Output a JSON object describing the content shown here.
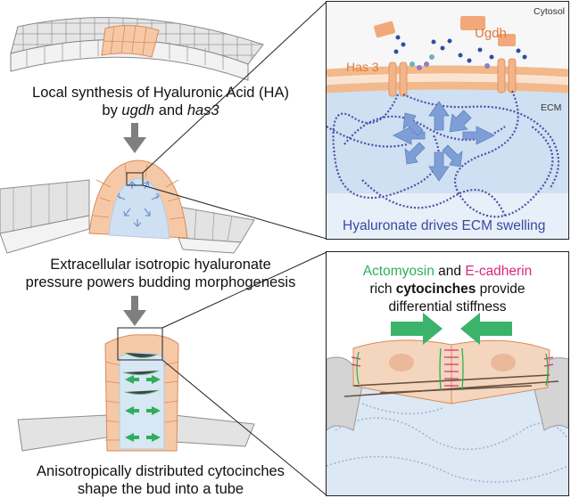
{
  "captions": {
    "step1_line1": "Local synthesis of Hyaluronic Acid (HA)",
    "step1_line2_prefix": "by ",
    "step1_gene1": "ugdh",
    "step1_and": " and ",
    "step1_gene2": "has3",
    "step2_line1": "Extracellular isotropic hyaluronate",
    "step2_line2": "pressure powers budding morphogenesis",
    "step3_line1": "Anisotropically distributed cytocinches",
    "step3_line2": "shape the bud into a tube"
  },
  "panel_top": {
    "cytosol_label": "Cytosol",
    "ecm_label": "ECM",
    "ugdh_label": "Ugdh",
    "has3_label": "Has 3",
    "bottom_caption": "Hyaluronate drives ECM swelling"
  },
  "panel_bottom": {
    "actomyosin": "Actomyosin",
    "and": " and ",
    "ecadherin": "E-cadherin",
    "rich": "rich ",
    "cytocinches": "cytocinches",
    "provide": " provide",
    "line3": "differential stiffness"
  },
  "colors": {
    "cell_orange": "#f6c9a6",
    "cell_grey": "#d9d9d9",
    "membrane": "#f3b98a",
    "ecm_blue": "#cfe0f2",
    "ha_chain": "#4b4ea8",
    "arrow_blue": "#7e9fd6",
    "arrow_green": "#2fae5b",
    "text_blue": "#3a4aa0",
    "has3_text": "#e07a3c",
    "magenta": "#d8287e"
  }
}
